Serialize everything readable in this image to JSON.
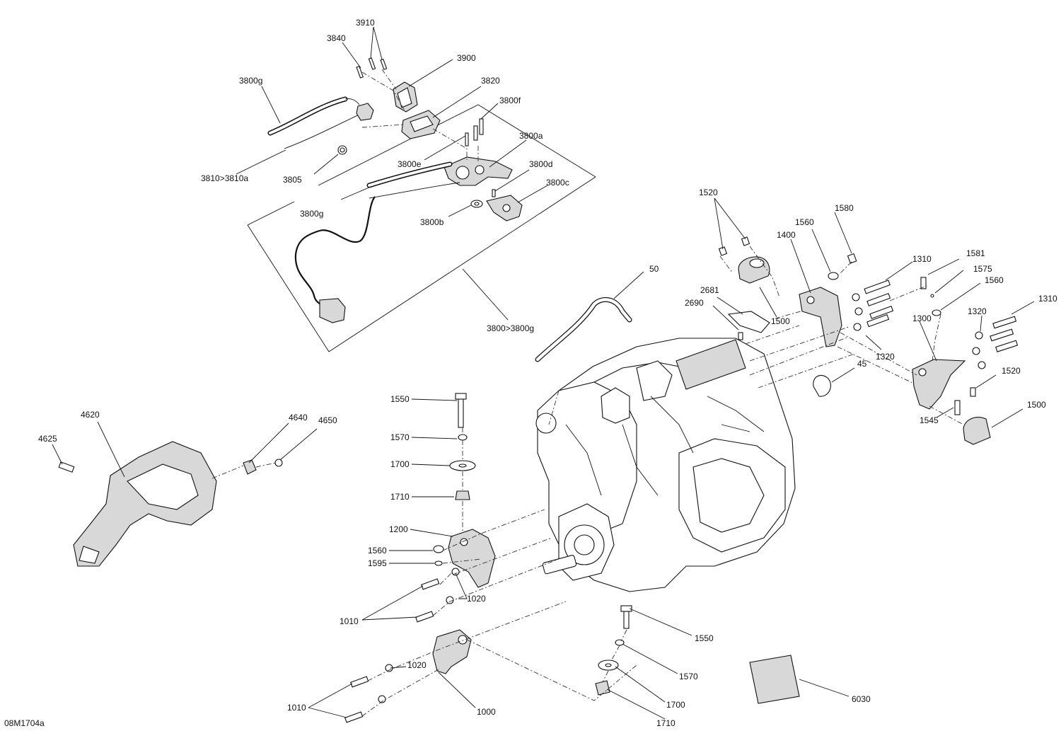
{
  "diagram": {
    "code": "08M1704a",
    "callouts": {
      "c3910": "3910",
      "c3840": "3840",
      "c3900": "3900",
      "c3820": "3820",
      "c3800f": "3800f",
      "c3800g_top": "3800g",
      "c3800e": "3800e",
      "c3800a": "3800a",
      "c3800d": "3800d",
      "c3805": "3805",
      "c3810": "3810>3810a",
      "c3800c": "3800c",
      "c3800g_low": "3800g",
      "c3800b": "3800b",
      "c3800_kit": "3800>3800g",
      "c1520_top": "1520",
      "c1580": "1580",
      "c1400": "1400",
      "c1560_top": "1560",
      "c1310_a": "1310",
      "c1581": "1581",
      "c1575": "1575",
      "c1560_r": "1560",
      "c1310_b": "1310",
      "c2681": "2681",
      "c2690": "2690",
      "c1500_top": "1500",
      "c1300": "1300",
      "c1320_a": "1320",
      "c1320_b": "1320",
      "c50": "50",
      "c45": "45",
      "c1520_r": "1520",
      "c1500_r": "1500",
      "c1545": "1545",
      "c1550_top": "1550",
      "c1570_top": "1570",
      "c1700_top": "1700",
      "c1710_top": "1710",
      "c1200": "1200",
      "c1560_low": "1560",
      "c1595": "1595",
      "c1020_a": "1020",
      "c1010_a": "1010",
      "c4620": "4620",
      "c4625": "4625",
      "c4640": "4640",
      "c4650": "4650",
      "c1550_low": "1550",
      "c1570_low": "1570",
      "c1700_low": "1700",
      "c1710_low": "1710",
      "c1020_b": "1020",
      "c1010_b": "1010",
      "c1000": "1000",
      "c6030": "6030"
    }
  }
}
